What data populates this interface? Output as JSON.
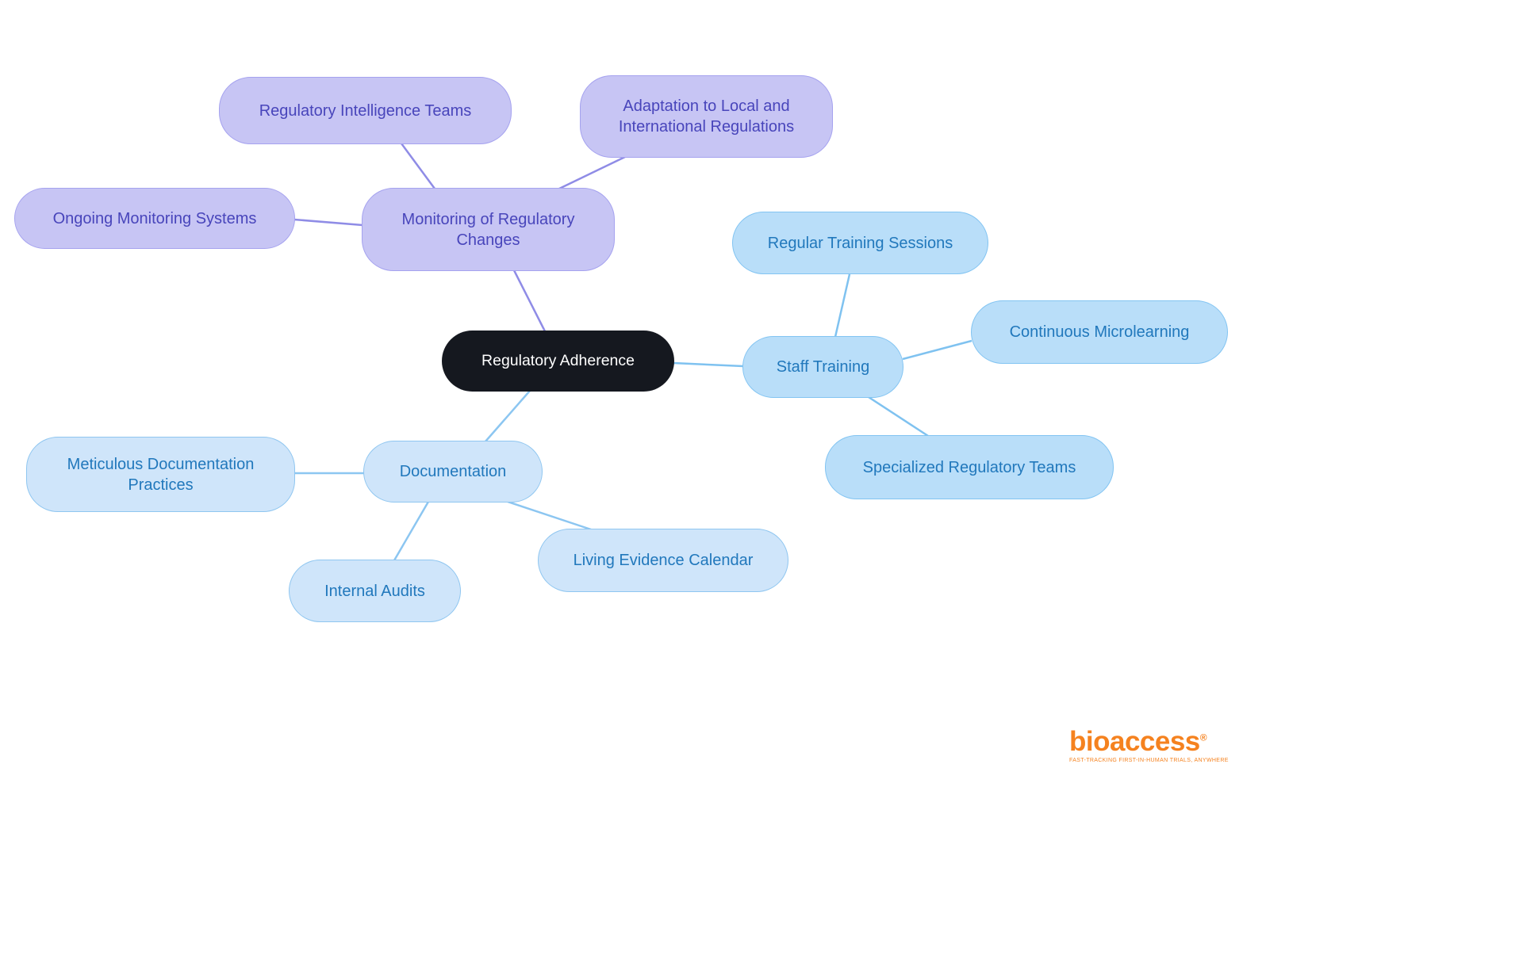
{
  "diagram": {
    "central": {
      "label": "Regulatory Adherence"
    },
    "branches": {
      "monitoring": {
        "label": "Monitoring of Regulatory Changes",
        "children": {
          "intelligence": {
            "label": "Regulatory Intelligence Teams"
          },
          "adaptation": {
            "label": "Adaptation to Local and International Regulations"
          },
          "ongoing": {
            "label": "Ongoing Monitoring Systems"
          }
        }
      },
      "staff_training": {
        "label": "Staff Training",
        "children": {
          "regular": {
            "label": "Regular Training Sessions"
          },
          "microlearning": {
            "label": "Continuous Microlearning"
          },
          "specialized": {
            "label": "Specialized Regulatory Teams"
          }
        }
      },
      "documentation": {
        "label": "Documentation",
        "children": {
          "meticulous": {
            "label": "Meticulous Documentation Practices"
          },
          "living": {
            "label": "Living Evidence Calendar"
          },
          "internal": {
            "label": "Internal Audits"
          }
        }
      }
    }
  },
  "logo": {
    "brand": "bioaccess",
    "registered": "®",
    "tagline": "FAST-TRACKING FIRST-IN-HUMAN TRIALS, ANYWHERE"
  },
  "colors": {
    "central_bg": "#15181f",
    "central_text": "#ffffff",
    "purple_bg": "#c7c5f4",
    "purple_border": "#a5a2ef",
    "purple_text": "#4845bb",
    "purple_edge": "#8f8ce6",
    "blue1_bg": "#b9def9",
    "blue1_border": "#82c4f2",
    "blue1_text": "#2178bc",
    "blue1_edge": "#7fc2f0",
    "blue2_bg": "#cfe5fa",
    "blue2_border": "#8fc6f0",
    "blue2_edge": "#8cc6f1",
    "logo_orange": "#f5821f"
  }
}
